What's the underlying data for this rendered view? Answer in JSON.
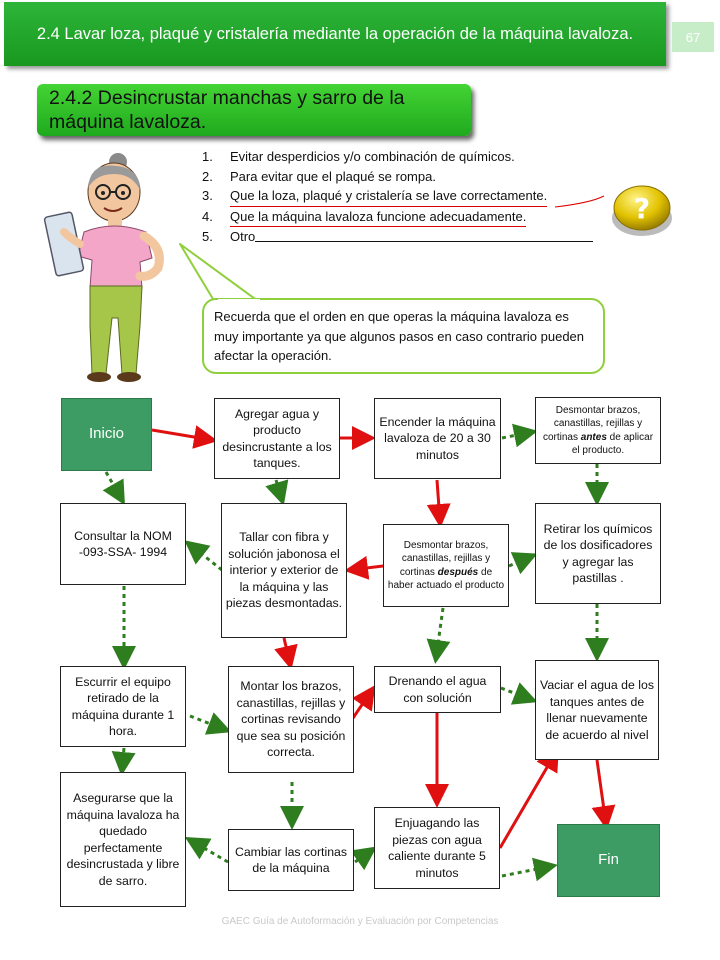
{
  "header": {
    "title": "2.4 Lavar loza, plaqué y cristalería mediante la operación de la máquina lavaloza.",
    "page_number": "67"
  },
  "section": {
    "title": "2.4.2 Desincrustar manchas y sarro de la máquina lavaloza."
  },
  "list": {
    "items": [
      {
        "num": "1.",
        "text": "Evitar desperdicios y/o combinación de químicos."
      },
      {
        "num": "2.",
        "text": "Para evitar que el plaqué se rompa."
      },
      {
        "num": "3.",
        "text": "Que la loza, plaqué y cristalería se lave correctamente."
      },
      {
        "num": "4.",
        "text": "Que la máquina lavaloza funcione adecuadamente."
      },
      {
        "num": "5.",
        "text": "Otro"
      }
    ]
  },
  "question_button": {
    "symbol": "?"
  },
  "callout": {
    "text": "Recuerda que el orden en que operas la máquina lavaloza es muy importante ya que algunos pasos en caso contrario pueden afectar la operación."
  },
  "flow": {
    "inicio": "Inicio",
    "fin": "Fin",
    "agregar": "Agregar agua y producto desincrustante a los tanques.",
    "encender": "Encender la máquina lavaloza de 20  a 30 minutos",
    "desmontar_antes_a": "Desmontar brazos, canastillas, rejillas y cortinas ",
    "desmontar_antes_b": "antes",
    "desmontar_antes_c": " de aplicar el producto.",
    "consultar": "Consultar la NOM -093-SSA- 1994",
    "tallar": "Tallar con fibra y solución jabonosa el interior y exterior de la máquina y las piezas desmontadas.",
    "desmontar_despues_a": "Desmontar brazos, canastillas, rejillas y cortinas ",
    "desmontar_despues_b": "después",
    "desmontar_despues_c": " de haber actuado el producto",
    "retirar": "Retirar los químicos de los dosificadores y agregar las pastillas .",
    "escurrir": "Escurrir el equipo retirado de la máquina durante 1 hora.",
    "montar": "Montar los brazos, canastillas, rejillas y cortinas revisando que sea su posición correcta.",
    "drenando": "Drenando el agua con solución",
    "vaciar": "Vaciar el agua de los tanques antes de llenar nuevamente de acuerdo al nivel",
    "asegurarse": "Asegurarse que la máquina lavaloza ha quedado perfectamente desincrustada y libre de sarro.",
    "cambiar": "Cambiar las cortinas de la máquina",
    "enjuagando": "Enjuagando las piezas con agua caliente durante 5 minutos"
  },
  "footer": {
    "text": "GAEC Guía de Autoformación y Evaluación por Competencias"
  },
  "colors": {
    "header_green": "#1fa526",
    "arrow_red": "#e01010",
    "arrow_green": "#2e7d1e",
    "start_end": "#3d9c63"
  }
}
